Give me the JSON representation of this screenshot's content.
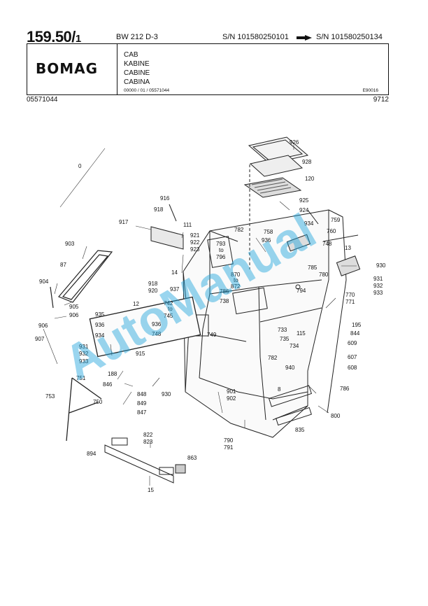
{
  "header": {
    "page_number": "159.50/",
    "page_sub": "1",
    "model": "BW 212 D-3",
    "sn_from": "S/N 101580250101",
    "sn_to": "S/N 101580250134",
    "logo": "BOMAG",
    "titles": [
      "CAB",
      "KABINE",
      "CABINE",
      "CABINA"
    ],
    "ref_code": "00000 / 01 / 05571044",
    "page_code": "E90016",
    "doc_number": "05571044",
    "date": "9712"
  },
  "watermark": "AutoManual",
  "callouts": {
    "c0": "0",
    "c926": "926",
    "c928": "928",
    "c120": "120",
    "c925": "925",
    "c924": "924",
    "c916": "916",
    "c918a": "918",
    "c917": "917",
    "c111": "111",
    "c921": "921",
    "c922": "922",
    "c923": "923",
    "c782a": "782",
    "c758": "758",
    "c936a": "936",
    "c934a": "934",
    "c759": "759",
    "c760": "760",
    "c748a": "748",
    "c13": "13",
    "c930a": "930",
    "c931a": "931",
    "c932a": "932",
    "c933a": "933",
    "c903": "903",
    "c87": "87",
    "c14": "14",
    "c793": "793",
    "c793to": "to",
    "c796": "796",
    "c870": "870",
    "c870to": "to",
    "c872": "872",
    "c785": "785",
    "c780": "780",
    "c918b": "918",
    "c920": "920",
    "c937": "937",
    "c786a": "786",
    "c738": "738",
    "c794": "794",
    "c770": "770",
    "c771": "771",
    "c904": "904",
    "c905": "905",
    "c906a": "906",
    "c906b": "906",
    "c907": "907",
    "c12": "12",
    "c742": "742",
    "c742to": "to",
    "c745": "745",
    "c935": "935",
    "c936b": "936",
    "c934b": "934",
    "c936c": "936",
    "c748b": "748",
    "c749": "749",
    "c733": "733",
    "c735": "735",
    "c115": "115",
    "c734": "734",
    "c195": "195",
    "c844": "844",
    "c609": "609",
    "c607": "607",
    "c608": "608",
    "c782b": "782",
    "c931b": "931",
    "c932b": "932",
    "c933b": "933",
    "c915": "915",
    "c188": "188",
    "c940": "940",
    "c8": "8",
    "c751": "751",
    "c846": "846",
    "c848": "848",
    "c930b": "930",
    "c849": "849",
    "c847": "847",
    "c753": "753",
    "c750": "750",
    "c901": "901",
    "c902": "902",
    "c786b": "786",
    "c800": "800",
    "c835": "835",
    "c790": "790",
    "c791": "791",
    "c822": "822",
    "c823": "823",
    "c894": "894",
    "c863": "863",
    "c15": "15"
  }
}
